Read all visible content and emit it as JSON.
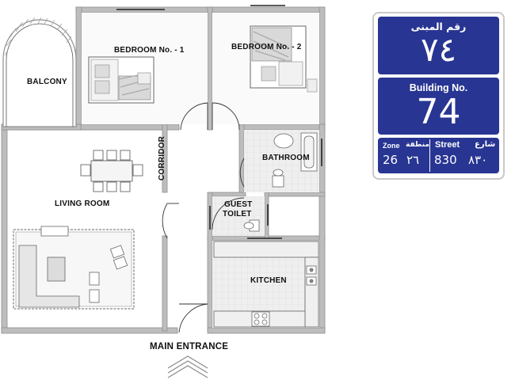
{
  "plan": {
    "rooms": {
      "balcony": "BALCONY",
      "bedroom1": "BEDROOM No. - 1",
      "bedroom2": "BEDROOM No. - 2",
      "living_room": "LIVING ROOM",
      "corridor": "CORRIDOR",
      "bathroom": "BATHROOM",
      "guest_toilet_line1": "GUEST",
      "guest_toilet_line2": "TOILET",
      "kitchen": "KITCHEN"
    },
    "entrance": "MAIN ENTRANCE"
  },
  "sign": {
    "arabic_title": "رقم المبنى",
    "arabic_number": "٧٤",
    "english_title": "Building No.",
    "english_number": "74",
    "zone_label_en": "Zone",
    "zone_label_ar": "منطقة",
    "zone_value_en": "26",
    "zone_value_ar": "٢٦",
    "street_label_en": "Street",
    "street_label_ar": "شارع",
    "street_value_en": "830",
    "street_value_ar": "٨٣٠"
  },
  "colors": {
    "sign_blue": "#283593",
    "wall": "#bdbdbd",
    "floor_tile": "#e9e9e9"
  }
}
